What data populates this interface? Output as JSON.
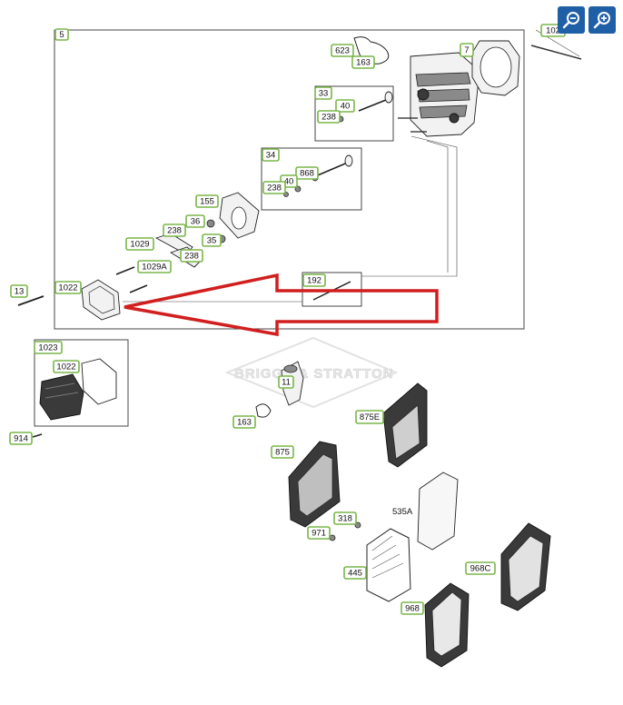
{
  "toolbar": {
    "zoom_out_icon": "zoom-out-icon",
    "zoom_in_icon": "zoom-in-icon",
    "button_color": "#1f5fa6"
  },
  "watermark": {
    "text": "BRIGGS & STRATTON"
  },
  "arrow": {
    "color": "#d11f1f"
  },
  "label_border_color": "#7ab648",
  "labels": {
    "l5": "5",
    "l623": "623",
    "l163a": "163",
    "l7": "7",
    "l102": "102",
    "l33": "33",
    "l40a": "40",
    "l238a": "238",
    "l34": "34",
    "l868": "868",
    "l40b": "40",
    "l238b": "238",
    "l155": "155",
    "l36": "36",
    "l238c": "238",
    "l1029": "1029",
    "l35": "35",
    "l238d": "238",
    "l1029a": "1029A",
    "l192": "192",
    "l13": "13",
    "l1022a": "1022",
    "l1023": "1023",
    "l1022b": "1022",
    "l914": "914",
    "l11": "11",
    "l163b": "163",
    "l875e": "875E",
    "l875": "875",
    "l535a": "535A",
    "l318": "318",
    "l971": "971",
    "l445": "445",
    "l968c": "968C",
    "l968": "968"
  }
}
